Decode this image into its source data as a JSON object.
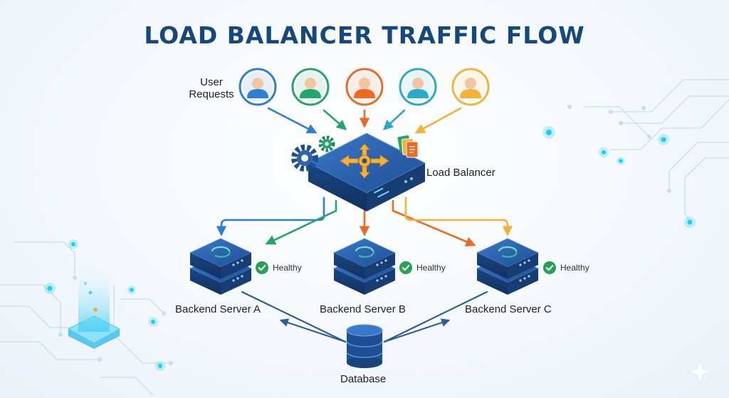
{
  "title": "LOAD BALANCER TRAFFIC FLOW",
  "user_group": {
    "label": "User\nRequests",
    "users": [
      {
        "name": "user-1",
        "color": "#2f7fd0"
      },
      {
        "name": "user-2",
        "color": "#25a56b"
      },
      {
        "name": "user-3",
        "color": "#ec6a23"
      },
      {
        "name": "user-4",
        "color": "#2aa9c9"
      },
      {
        "name": "user-5",
        "color": "#f2b33a"
      }
    ]
  },
  "load_balancer": {
    "label": "Load Balancer"
  },
  "servers": [
    {
      "label": "Backend Server A",
      "status": "Healthy"
    },
    {
      "label": "Backend Server B",
      "status": "Healthy"
    },
    {
      "label": "Backend Server C",
      "status": "Healthy"
    }
  ],
  "database": {
    "label": "Database"
  },
  "colors": {
    "title": "#16487c",
    "device": "#1f4f93",
    "healthy": "#23a155",
    "db_link": "#2d5e96"
  }
}
